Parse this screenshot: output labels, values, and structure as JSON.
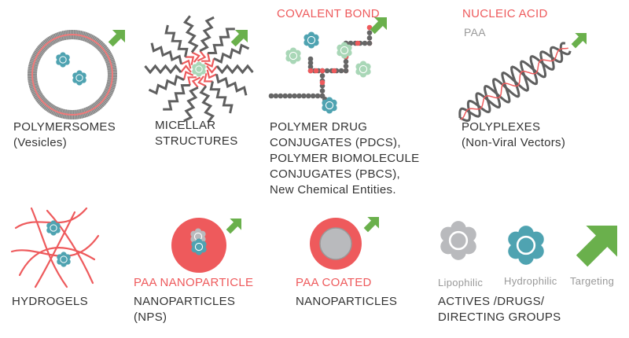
{
  "colors": {
    "accent_red": "#ee5a5c",
    "teal": "#4fa3b1",
    "gray": "#5f5f5f",
    "green": "#6ab04c",
    "light_green": "#a9d7b7",
    "light_gray": "#b9babd"
  },
  "items": [
    {
      "name": "polymersomes",
      "lines": [
        "POLYMERSOMES",
        "(Vesicles)"
      ]
    },
    {
      "name": "micellar",
      "lines": [
        "MICELLAR",
        "STRUCTURES"
      ]
    },
    {
      "name": "conjugates",
      "header": "COVALENT BOND",
      "lines": [
        "POLYMER DRUG",
        "CONJUGATES (PDCS),",
        "POLYMER BIOMOLECULE",
        "CONJUGATES (PBCS),",
        "New Chemical Entities."
      ]
    },
    {
      "name": "polyplexes",
      "header": "NUCLEIC ACID",
      "subheader": "PAA",
      "lines": [
        "POLYPLEXES",
        "(Non-Viral Vectors)"
      ]
    },
    {
      "name": "hydrogels",
      "lines": [
        "HYDROGELS"
      ]
    },
    {
      "name": "nanoparticles",
      "header": "PAA NANOPARTICLE",
      "lines": [
        "NANOPARTICLES",
        "(NPS)"
      ]
    },
    {
      "name": "coated",
      "header": "PAA COATED",
      "lines": [
        "NANOPARTICLES"
      ]
    }
  ],
  "legend": {
    "lipophilic": "Lipophilic",
    "hydrophilic": "Hydrophilic",
    "targeting": "Targeting",
    "title_lines": [
      "ACTIVES /DRUGS/",
      "DIRECTING GROUPS"
    ]
  }
}
